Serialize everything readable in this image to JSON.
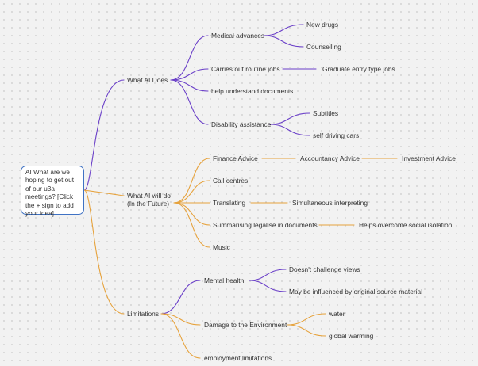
{
  "colors": {
    "purple": "#6a3fc8",
    "orange": "#e6a23c",
    "root_border": "#3f72c4",
    "text": "#333333"
  },
  "root": {
    "text": "AI What are we hoping to get out of our u3a meetings? [Click the + sign to add your idea]"
  },
  "branches": [
    {
      "label": "What AI Does",
      "children": [
        {
          "label": "Medical advances",
          "children": [
            "New drugs",
            "Counselling"
          ]
        },
        {
          "label": "Carries out routine jobs",
          "children": [
            "Graduate entry type  jobs"
          ]
        },
        {
          "label": "help understand documents",
          "children": []
        },
        {
          "label": "Disability assistance",
          "children": [
            "Subtitles",
            "self driving cars"
          ]
        }
      ]
    },
    {
      "label": "What AI will do (In the Future)",
      "children": [
        {
          "label": "Finance Advice",
          "children": [
            "Accountancy Advice",
            "Investment Advice"
          ]
        },
        {
          "label": "Call centres",
          "children": []
        },
        {
          "label": "Translating",
          "children": [
            "Simultaneous interpreting"
          ]
        },
        {
          "label": "Summarising legalise in documents",
          "children": [
            "Helps overcome social isolation"
          ]
        },
        {
          "label": "Music",
          "children": []
        }
      ]
    },
    {
      "label": "Limitations",
      "children": [
        {
          "label": "Mental health",
          "children": [
            "Doesn't challenge views",
            "May be influenced by original source material"
          ]
        },
        {
          "label": "Damage to the Environment",
          "children": [
            "water",
            "global warming"
          ]
        },
        {
          "label": "employment limitations",
          "children": []
        }
      ]
    }
  ]
}
